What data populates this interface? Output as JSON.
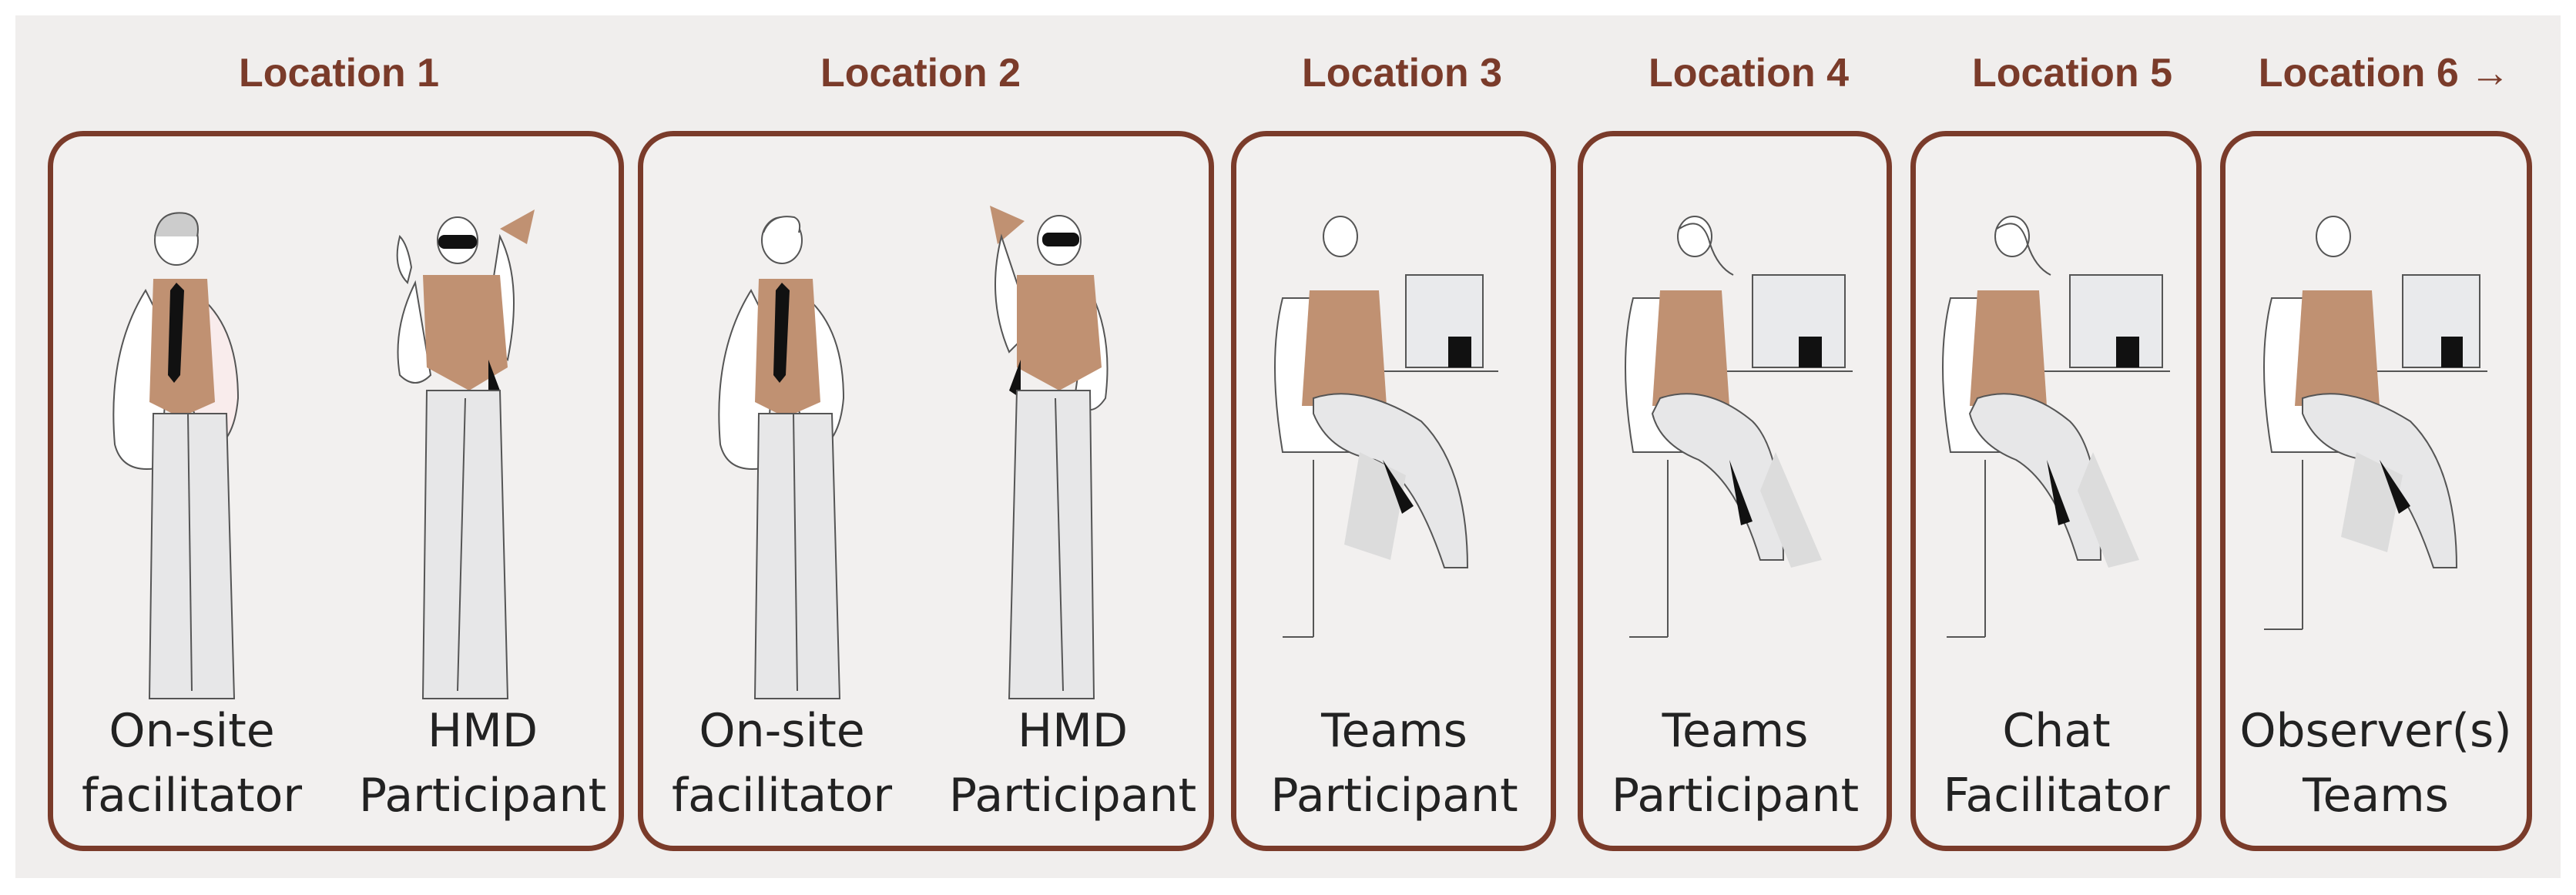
{
  "colors": {
    "accent": "#7a3b2a",
    "vest": "#c09172",
    "background": "#f0eeed"
  },
  "locations": [
    {
      "title": "Location 1",
      "roles": [
        {
          "line1": "On-site",
          "line2": "facilitator"
        },
        {
          "line1": "HMD",
          "line2": "Participant"
        }
      ]
    },
    {
      "title": "Location 2",
      "roles": [
        {
          "line1": "On-site",
          "line2": "facilitator"
        },
        {
          "line1": "HMD",
          "line2": "Participant"
        }
      ]
    },
    {
      "title": "Location 3",
      "roles": [
        {
          "line1": "Teams",
          "line2": "Participant"
        }
      ]
    },
    {
      "title": "Location 4",
      "roles": [
        {
          "line1": "Teams",
          "line2": "Participant"
        }
      ]
    },
    {
      "title": "Location 5",
      "roles": [
        {
          "line1": "Chat",
          "line2": "Facilitator"
        }
      ]
    },
    {
      "title": "Location 6 →",
      "roles": [
        {
          "line1": "Observer(s)",
          "line2": "Teams"
        }
      ]
    }
  ]
}
